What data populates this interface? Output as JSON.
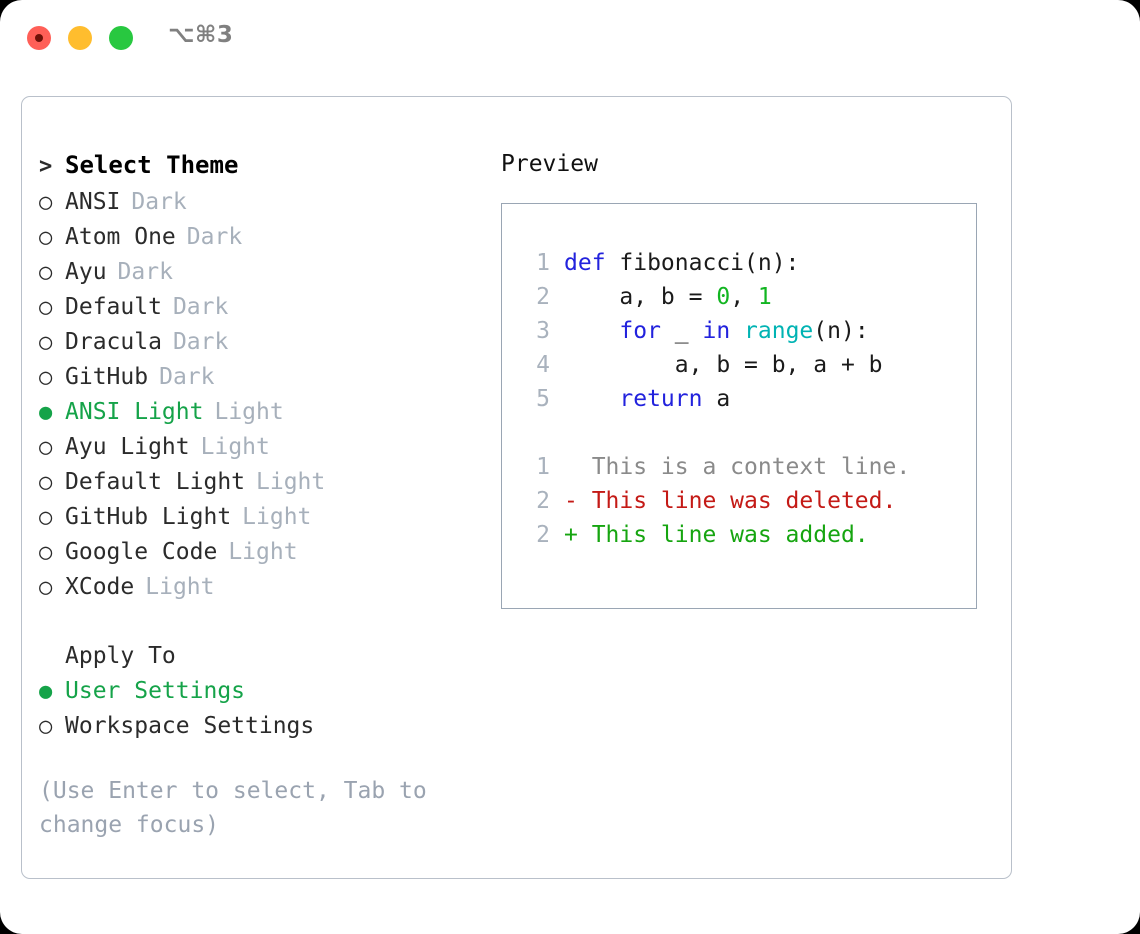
{
  "titlebar": {
    "shortcut": "⌥⌘3",
    "buttons": [
      {
        "name": "close",
        "color": "#ff5f57"
      },
      {
        "name": "minimize",
        "color": "#ffbd2e"
      },
      {
        "name": "maximize",
        "color": "#28c840"
      }
    ]
  },
  "colors": {
    "accent_green": "#15a349",
    "muted": "#a7b0bb",
    "hint": "#9aa3b0",
    "keyword": "#2222dd",
    "function": "#00b3b3",
    "number": "#12b521",
    "diff_add": "#16a510",
    "diff_del": "#c41a16",
    "diff_ctx": "#8a8a8a",
    "frame_border": "#b9c0ca",
    "preview_border": "#9aa6b4"
  },
  "theme_section": {
    "marker": ">",
    "title": "Select Theme",
    "items": [
      {
        "marker": "○",
        "name": "ANSI",
        "suffix": "Dark",
        "selected": false
      },
      {
        "marker": "○",
        "name": "Atom One",
        "suffix": "Dark",
        "selected": false
      },
      {
        "marker": "○",
        "name": "Ayu",
        "suffix": "Dark",
        "selected": false
      },
      {
        "marker": "○",
        "name": "Default",
        "suffix": "Dark",
        "selected": false
      },
      {
        "marker": "○",
        "name": "Dracula",
        "suffix": "Dark",
        "selected": false
      },
      {
        "marker": "○",
        "name": "GitHub",
        "suffix": "Dark",
        "selected": false
      },
      {
        "marker": "●",
        "name": "ANSI Light",
        "suffix": "Light",
        "selected": true
      },
      {
        "marker": "○",
        "name": "Ayu Light",
        "suffix": "Light",
        "selected": false
      },
      {
        "marker": "○",
        "name": "Default Light",
        "suffix": "Light",
        "selected": false
      },
      {
        "marker": "○",
        "name": "GitHub Light",
        "suffix": "Light",
        "selected": false
      },
      {
        "marker": "○",
        "name": "Google Code",
        "suffix": "Light",
        "selected": false
      },
      {
        "marker": "○",
        "name": "XCode",
        "suffix": "Light",
        "selected": false
      }
    ]
  },
  "apply_section": {
    "title": "Apply To",
    "items": [
      {
        "marker": "●",
        "name": "User Settings",
        "selected": true
      },
      {
        "marker": "○",
        "name": "Workspace Settings",
        "selected": false
      }
    ]
  },
  "hint": "(Use Enter to select, Tab to change focus)",
  "preview": {
    "title": "Preview",
    "code_lines": [
      {
        "num": "1",
        "tokens": [
          {
            "t": "def ",
            "c": "kw"
          },
          {
            "t": "fibonacci(n):",
            "c": "plain"
          }
        ]
      },
      {
        "num": "2",
        "tokens": [
          {
            "t": "    a, b = ",
            "c": "plain"
          },
          {
            "t": "0",
            "c": "num"
          },
          {
            "t": ", ",
            "c": "plain"
          },
          {
            "t": "1",
            "c": "num"
          }
        ]
      },
      {
        "num": "3",
        "tokens": [
          {
            "t": "    ",
            "c": "plain"
          },
          {
            "t": "for",
            "c": "kw"
          },
          {
            "t": " _ ",
            "c": "plain"
          },
          {
            "t": "in",
            "c": "kw"
          },
          {
            "t": " ",
            "c": "plain"
          },
          {
            "t": "range",
            "c": "fn"
          },
          {
            "t": "(n):",
            "c": "plain"
          }
        ]
      },
      {
        "num": "4",
        "tokens": [
          {
            "t": "        a, b = b, a + b",
            "c": "plain"
          }
        ]
      },
      {
        "num": "5",
        "tokens": [
          {
            "t": "    ",
            "c": "plain"
          },
          {
            "t": "return",
            "c": "kw"
          },
          {
            "t": " a",
            "c": "plain"
          }
        ]
      }
    ],
    "diff_lines": [
      {
        "num": "1",
        "text": "  This is a context line.",
        "kind": "ctx"
      },
      {
        "num": "2",
        "text": "- This line was deleted.",
        "kind": "del"
      },
      {
        "num": "2",
        "text": "+ This line was added.",
        "kind": "add"
      }
    ]
  }
}
